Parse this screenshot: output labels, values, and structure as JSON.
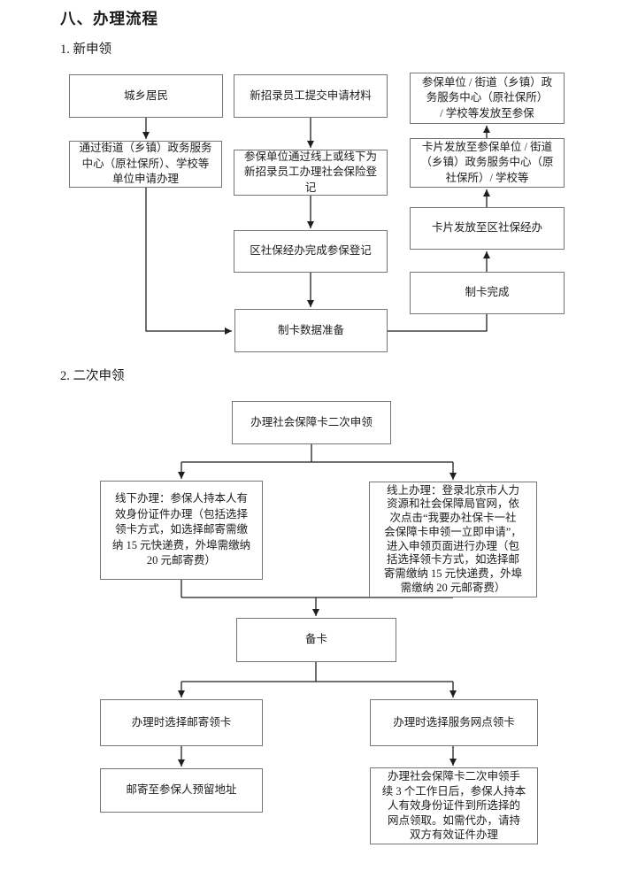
{
  "page": {
    "title": "八、办理流程",
    "section1_label": "1. 新申领",
    "section2_label": "2. 二次申领"
  },
  "colors": {
    "box_border": "#767676",
    "connector_line": "#1f1f1f",
    "text": "#1c1c1c",
    "background": "#ffffff"
  },
  "flow1": {
    "citizens": "城乡居民",
    "new_staff": "新招录员工提交申请材料",
    "issue_to_insured": "参保单位 / 街道（乡镇）政\n务服务中心（原社保所）\n/ 学校等发放至参保",
    "apply_via_center": "通过街道（乡镇）政务服务\n中心（原社保所）、学校等\n单位申请办理",
    "employer_register": "参保单位通过线上或线下为\n新招录员工办理社会保险登\n记",
    "card_to_unit": "卡片发放至参保单位 / 街道\n（乡镇）政务服务中心（原\n社保所）/ 学校等",
    "district_register": "区社保经办完成参保登记",
    "card_to_district": "卡片发放至区社保经办",
    "card_done": "制卡完成",
    "card_data_prep": "制卡数据准备"
  },
  "flow2": {
    "second_apply": "办理社会保障卡二次申领",
    "offline": "线下办理：参保人持本人有\n效身份证件办理（包括选择\n领卡方式，如选择邮寄需缴\n纳 15 元快递费，外埠需缴纳\n20 元邮寄费）",
    "online": "线上办理：登录北京市人力\n资源和社会保障局官网，依\n次点击“我要办社保卡一社\n会保障卡申领一立即申请”，\n进入申领页面进行办理（包\n括选择领卡方式，如选择邮\n寄需缴纳 15 元快递费，外埠\n需缴纳 20 元邮寄费）",
    "prepare_card": "备卡",
    "mail_option": "办理时选择邮寄领卡",
    "site_option": "办理时选择服务网点领卡",
    "mail_delivery": "邮寄至参保人预留地址",
    "site_pickup": "办理社会保障卡二次申领手\n续 3 个工作日后，参保人持本\n人有效身份证件到所选择的\n网点领取。如需代办，请持\n双方有效证件办理"
  }
}
